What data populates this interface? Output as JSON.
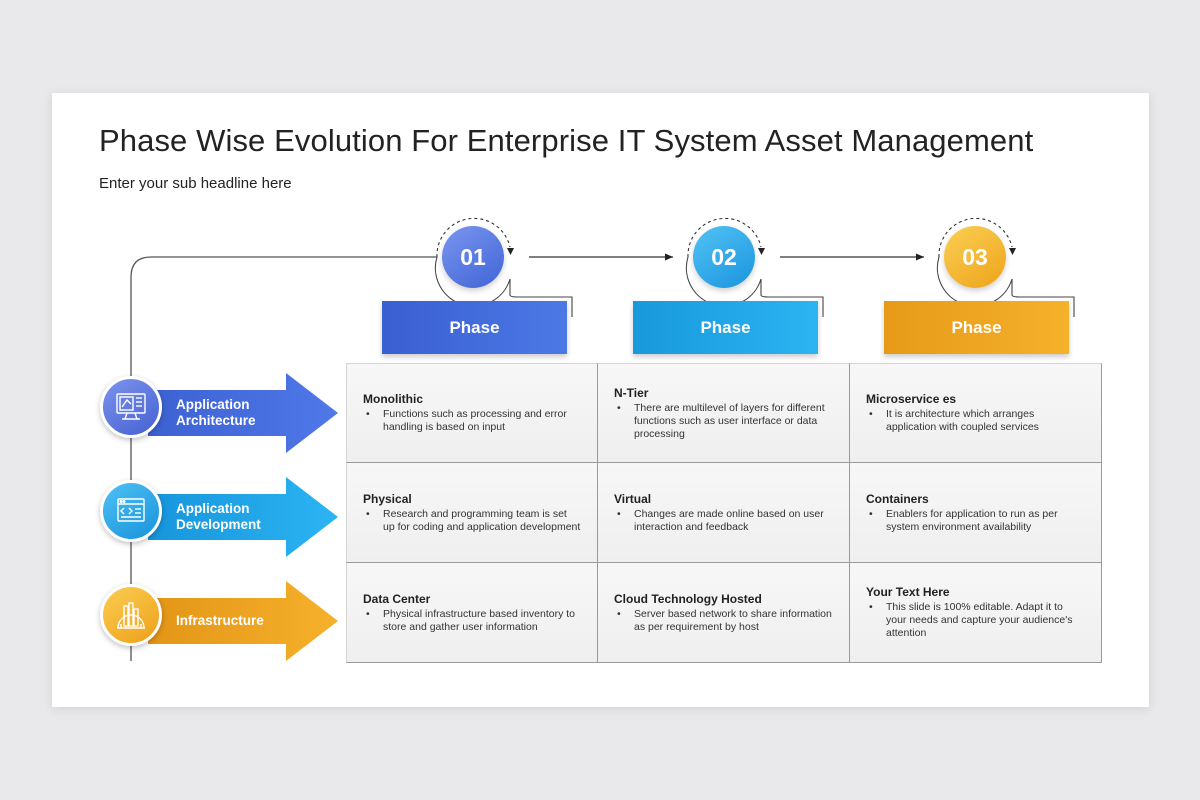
{
  "slide": {
    "title": "Phase Wise Evolution For Enterprise IT System Asset Management",
    "subtitle": "Enter your sub headline here"
  },
  "phases": [
    {
      "number": "01",
      "label": "Phase",
      "color": "#4a6fe0"
    },
    {
      "number": "02",
      "label": "Phase",
      "color": "#22a8ec"
    },
    {
      "number": "03",
      "label": "Phase",
      "color": "#f2a922"
    }
  ],
  "rows": [
    {
      "label": "Application Architecture",
      "icon": "architecture-monitor-icon",
      "color": "#4a6fe0"
    },
    {
      "label": "Application Development",
      "icon": "development-browser-icon",
      "color": "#22a8ec"
    },
    {
      "label": "Infrastructure",
      "icon": "infrastructure-gear-icon",
      "color": "#f2a922"
    }
  ],
  "grid": [
    [
      {
        "title": "Monolithic",
        "desc": "Functions such as processing and error handling is based on input"
      },
      {
        "title": "N-Tier",
        "desc": "There are multilevel of layers for different functions such as user interface or data processing"
      },
      {
        "title": "Microservice es",
        "desc": "It is architecture which arranges application with coupled services"
      }
    ],
    [
      {
        "title": "Physical",
        "desc": "Research and programming team is set up for coding and application development"
      },
      {
        "title": "Virtual",
        "desc": "Changes are made online based on user interaction and feedback"
      },
      {
        "title": "Containers",
        "desc": "Enablers for application to run as per system environment availability"
      }
    ],
    [
      {
        "title": "Data Center",
        "desc": "Physical infrastructure based inventory to store and gather user information"
      },
      {
        "title": "Cloud Technology Hosted",
        "desc": "Server based network to share information as per requirement by host"
      },
      {
        "title": "Your Text Here",
        "desc": "This slide is 100% editable. Adapt it to your needs and capture your audience's attention"
      }
    ]
  ]
}
